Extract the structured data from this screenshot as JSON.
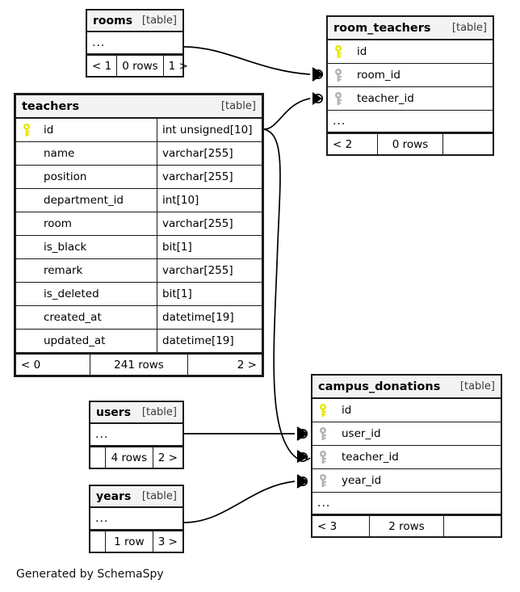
{
  "diagram": {
    "title": "teachers",
    "generator_caption": "Generated by SchemaSpy",
    "table_tag": "[table]",
    "ellipsis": "...",
    "colors": {
      "primary_key": "#e8e800",
      "foreign_key": "#b3b3b3",
      "header_bg": "#f3f3f3",
      "border": "#1a1a1a",
      "background": "#ffffff"
    }
  },
  "tables": [
    {
      "id": "rooms",
      "name": "rooms",
      "tag": "[table]",
      "focal": false,
      "columns": [],
      "ellipsis_row": "...",
      "footer": {
        "prev": "< 1",
        "rows": "0 rows",
        "next": "1 >"
      }
    },
    {
      "id": "room_teachers",
      "name": "room_teachers",
      "tag": "[table]",
      "focal": false,
      "columns": [
        {
          "name": "id",
          "key": "primary",
          "type": ""
        },
        {
          "name": "room_id",
          "key": "foreign",
          "type": ""
        },
        {
          "name": "teacher_id",
          "key": "foreign",
          "type": ""
        }
      ],
      "ellipsis_row": "...",
      "footer": {
        "prev": "< 2",
        "rows": "0 rows",
        "next": ""
      }
    },
    {
      "id": "teachers",
      "name": "teachers",
      "tag": "[table]",
      "focal": true,
      "columns": [
        {
          "name": "id",
          "key": "primary",
          "type": "int unsigned[10]"
        },
        {
          "name": "name",
          "key": "none",
          "type": "varchar[255]"
        },
        {
          "name": "position",
          "key": "none",
          "type": "varchar[255]"
        },
        {
          "name": "department_id",
          "key": "none",
          "type": "int[10]"
        },
        {
          "name": "room",
          "key": "none",
          "type": "varchar[255]"
        },
        {
          "name": "is_black",
          "key": "none",
          "type": "bit[1]"
        },
        {
          "name": "remark",
          "key": "none",
          "type": "varchar[255]"
        },
        {
          "name": "is_deleted",
          "key": "none",
          "type": "bit[1]"
        },
        {
          "name": "created_at",
          "key": "none",
          "type": "datetime[19]"
        },
        {
          "name": "updated_at",
          "key": "none",
          "type": "datetime[19]"
        }
      ],
      "ellipsis_row": "",
      "footer": {
        "prev": "< 0",
        "rows": "241 rows",
        "next": "2 >"
      }
    },
    {
      "id": "campus_donations",
      "name": "campus_donations",
      "tag": "[table]",
      "focal": false,
      "columns": [
        {
          "name": "id",
          "key": "primary",
          "type": ""
        },
        {
          "name": "user_id",
          "key": "foreign",
          "type": ""
        },
        {
          "name": "teacher_id",
          "key": "foreign",
          "type": ""
        },
        {
          "name": "year_id",
          "key": "foreign",
          "type": ""
        }
      ],
      "ellipsis_row": "...",
      "footer": {
        "prev": "< 3",
        "rows": "2 rows",
        "next": ""
      }
    },
    {
      "id": "users",
      "name": "users",
      "tag": "[table]",
      "focal": false,
      "columns": [],
      "ellipsis_row": "...",
      "footer": {
        "prev": "",
        "rows": "4 rows",
        "next": "2 >"
      }
    },
    {
      "id": "years",
      "name": "years",
      "tag": "[table]",
      "focal": false,
      "columns": [],
      "ellipsis_row": "...",
      "footer": {
        "prev": "",
        "rows": "1 row",
        "next": "3 >"
      }
    }
  ],
  "relationships": [
    {
      "from": "rooms",
      "to": "room_teachers.room_id",
      "notation": "zero-or-many"
    },
    {
      "from": "teachers",
      "to": "room_teachers.teacher_id",
      "notation": "zero-or-many"
    },
    {
      "from": "teachers",
      "to": "campus_donations.teacher_id",
      "notation": "zero-or-many"
    },
    {
      "from": "users",
      "to": "campus_donations.user_id",
      "notation": "zero-or-many"
    },
    {
      "from": "years",
      "to": "campus_donations.year_id",
      "notation": "zero-or-many"
    }
  ]
}
